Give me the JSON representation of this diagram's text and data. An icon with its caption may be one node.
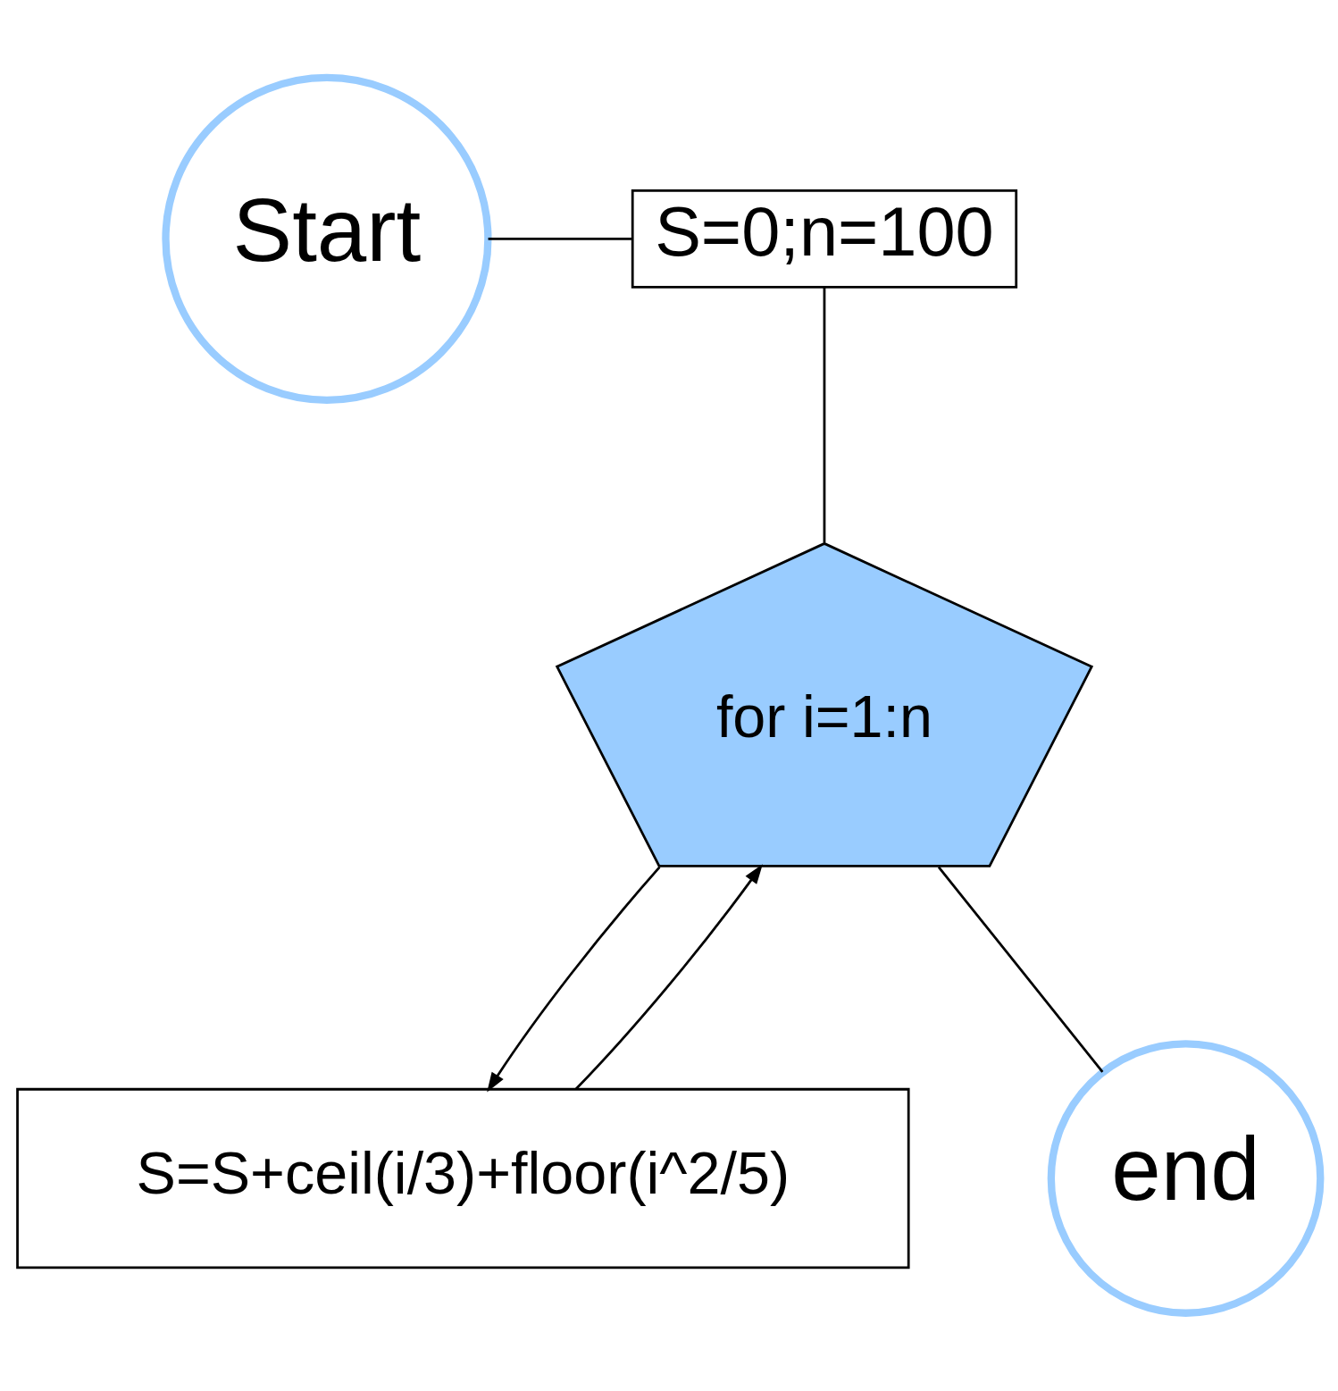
{
  "diagram": {
    "nodes": [
      {
        "text": [
          "Start"
        ]
      },
      {
        "text": [
          "S=0;n=100"
        ]
      },
      {
        "text": [
          "for i=1:n"
        ]
      },
      {
        "text": [
          "S=S+ceil(i/3)+floor(i^2/5)"
        ]
      },
      {
        "text": [
          "end"
        ]
      }
    ],
    "edges": [
      {
        "from": 0,
        "to": 1,
        "arrow": "none"
      },
      {
        "from": 1,
        "to": 2,
        "arrow": "none"
      },
      {
        "from": 2,
        "to": 3,
        "arrow": "to"
      },
      {
        "from": 3,
        "to": 2,
        "arrow": "to"
      },
      {
        "from": 2,
        "to": 4,
        "arrow": "none"
      }
    ]
  }
}
